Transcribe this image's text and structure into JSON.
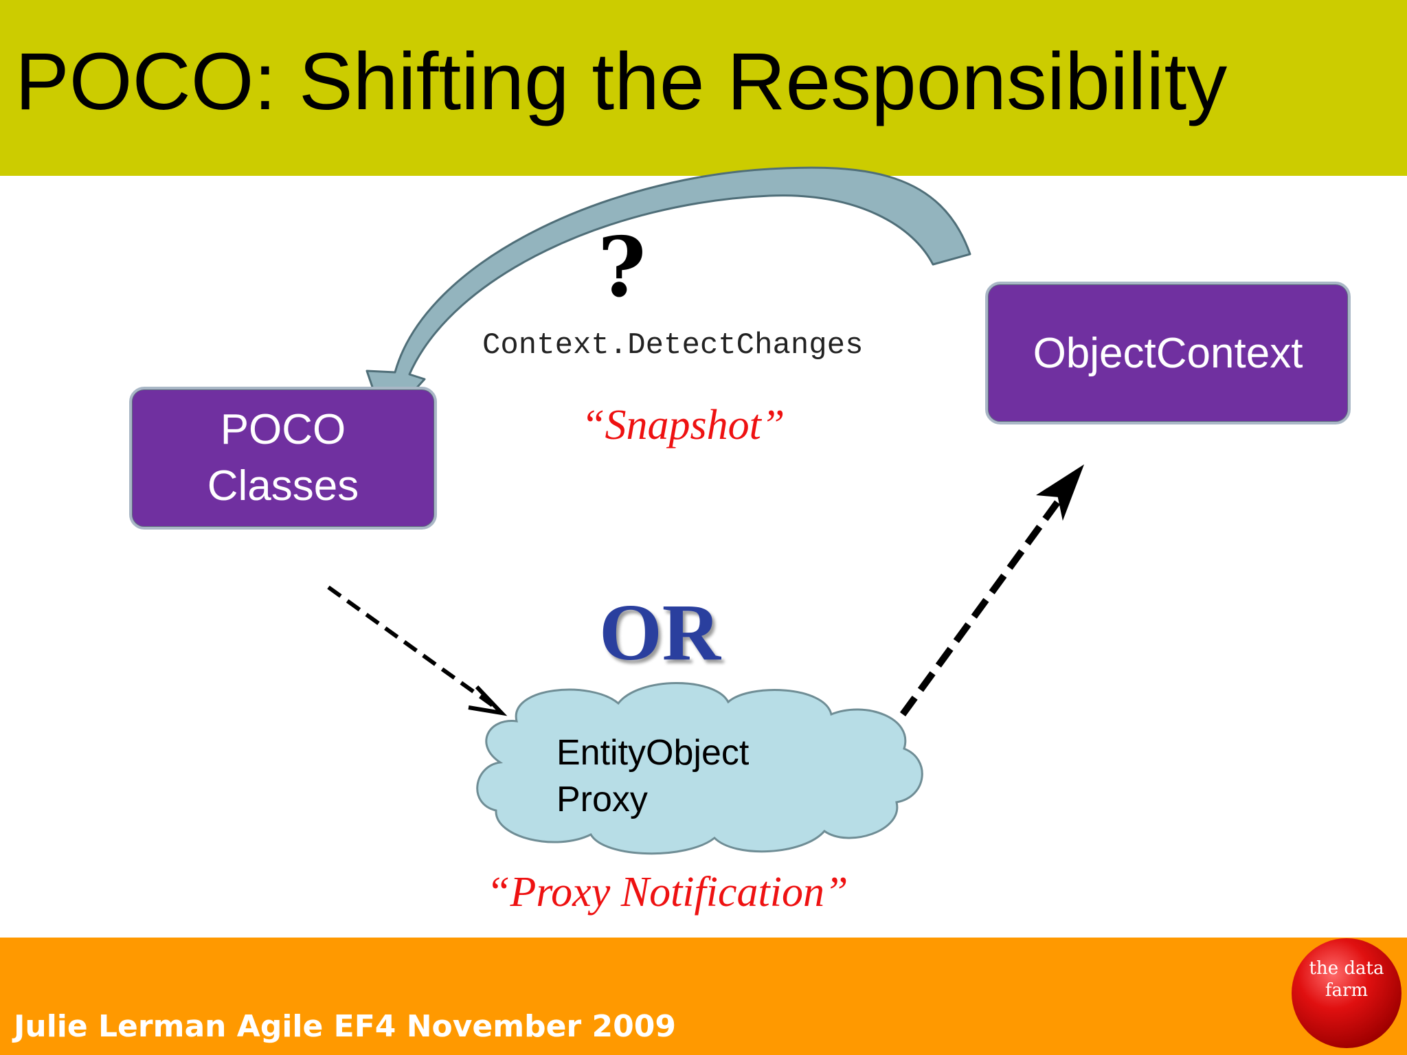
{
  "slide": {
    "title": "POCO: Shifting the Responsibility",
    "footer": "Julie Lerman Agile EF4 November 2009",
    "logo_text": "the data farm",
    "colors": {
      "title_bar": "#cccc00",
      "footer_bar": "#ff9900",
      "box_fill": "#7030a0",
      "cloud_fill": "#b7dde6",
      "accent_red": "#ee1111",
      "or_blue": "#2a3f9e"
    }
  },
  "diagram": {
    "poco_box": {
      "line1": "POCO",
      "line2": "Classes"
    },
    "object_context_box": "ObjectContext",
    "question_mark": "?",
    "detect_changes_label": "Context.DetectChanges",
    "snapshot_label": "“Snapshot”",
    "or_label": "OR",
    "cloud": {
      "line1": "EntityObject",
      "line2": "Proxy"
    },
    "proxy_notification_label": "“Proxy Notification”"
  }
}
